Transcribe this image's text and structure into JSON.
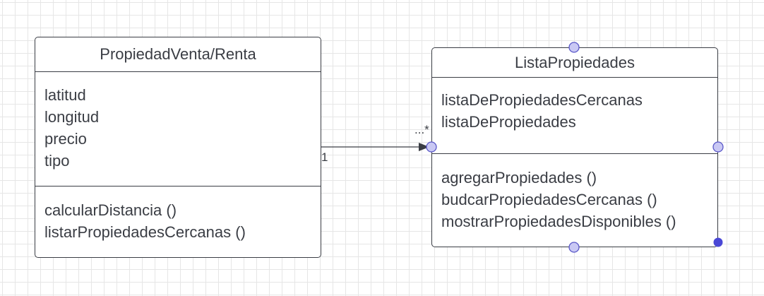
{
  "classes": [
    {
      "name": "PropiedadVenta/Renta",
      "attributes": [
        "latitud",
        "longitud",
        "precio",
        "tipo"
      ],
      "operations": [
        "calcularDistancia ()",
        "listarPropiedadesCercanas ()"
      ]
    },
    {
      "name": "ListaPropiedades",
      "attributes": [
        "listaDePropiedadesCercanas",
        "listaDePropiedades"
      ],
      "operations": [
        "agregarPropiedades ()",
        "budcarPropiedadesCercanas ()",
        "mostrarPropiedadesDisponibles ()"
      ]
    }
  ],
  "association": {
    "source_multiplicity": "1",
    "target_multiplicity": "...*"
  },
  "colors": {
    "line": "#3a3d44",
    "handle_fill": "#c9c8f4",
    "handle_stroke": "#5a58c8",
    "handle_active": "#4a48d6",
    "grid": "#e6e6e6"
  }
}
